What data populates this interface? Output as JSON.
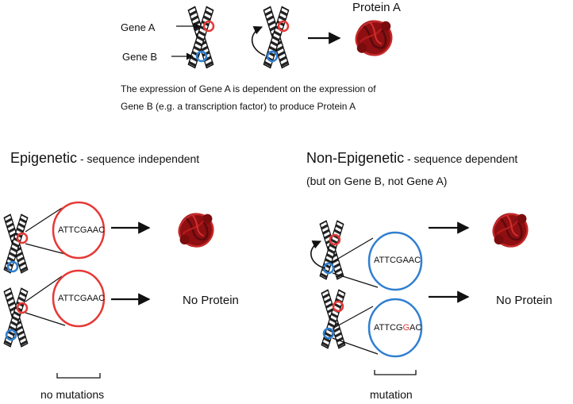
{
  "top": {
    "gene_a": "Gene A",
    "gene_b": "Gene B",
    "protein_a": "Protein A",
    "caption_line1": "The expression of Gene A is dependent on the expression of",
    "caption_line2": "Gene B (e.g. a transcription factor) to produce Protein A"
  },
  "left": {
    "title_bold": "Epigenetic",
    "title_rest": " - sequence independent",
    "seq_1": "ATTCGAAC",
    "seq_2": "ATTCGAAC",
    "no_protein": "No Protein",
    "footer": "no mutations"
  },
  "right": {
    "title_bold": "Non-Epigenetic",
    "title_rest": " - sequence dependent",
    "subtitle": "(but on Gene B, not Gene A)",
    "seq_1": "ATTCGAAC",
    "seq_2_pre": "ATTCG",
    "seq_2_mut": "G",
    "seq_2_post": "AC",
    "no_protein": "No Protein",
    "footer": "mutation"
  },
  "colors": {
    "gene_a_ring": "#e53935",
    "gene_b_ring": "#2f7fd0",
    "protein": "#8e0f12",
    "mutation_text": "#e53935"
  }
}
